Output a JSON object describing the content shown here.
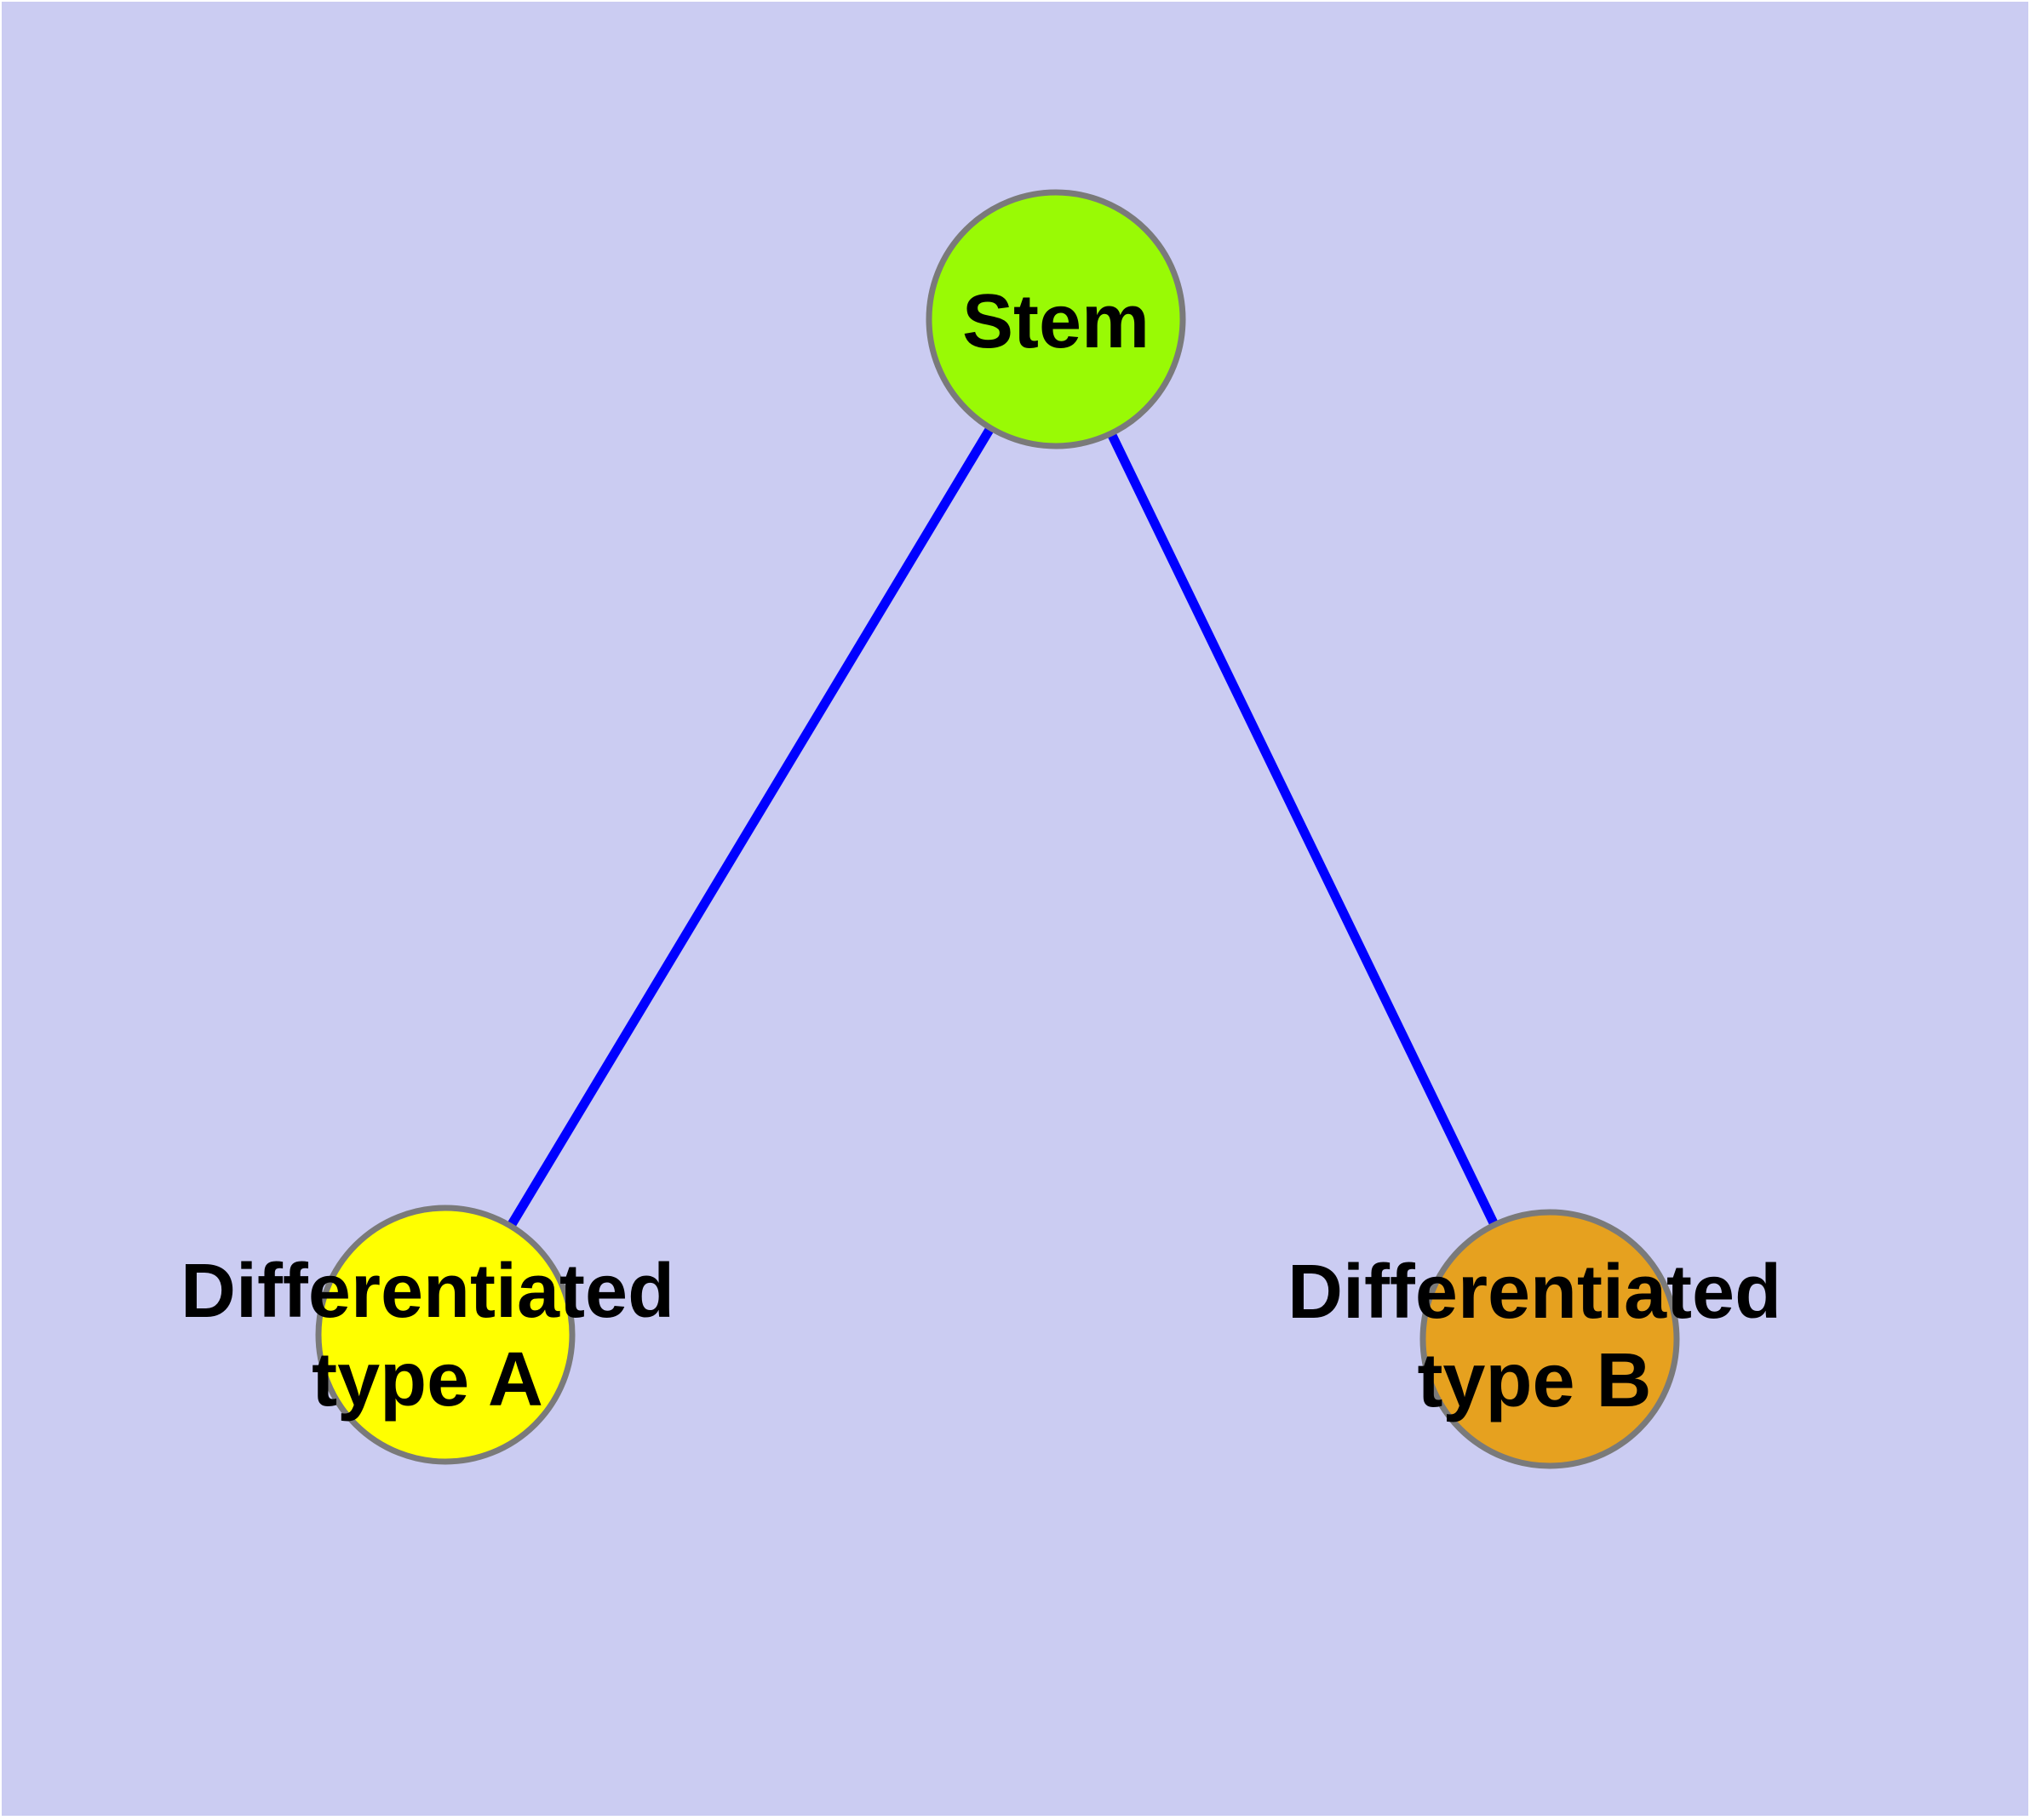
{
  "figure": {
    "background_color": "#CBCCF2",
    "outer_margin_color": "#FFFFFF",
    "edge_color": "#0000FF",
    "node_border_color": "#7A7A7A",
    "label_color": "#000000",
    "nodes": [
      {
        "id": "stem",
        "fill": "#99FA05",
        "label_lines": [
          "Stem"
        ]
      },
      {
        "id": "differentiated-type-a",
        "fill": "#FFFF00",
        "label_lines": [
          "Differentiated",
          "type A"
        ]
      },
      {
        "id": "differentiated-type-b",
        "fill": "#E6A11F",
        "label_lines": [
          "Differentiated",
          "type B"
        ]
      }
    ],
    "edges": [
      {
        "from": "stem",
        "to": "differentiated-type-a"
      },
      {
        "from": "stem",
        "to": "differentiated-type-b"
      }
    ]
  }
}
